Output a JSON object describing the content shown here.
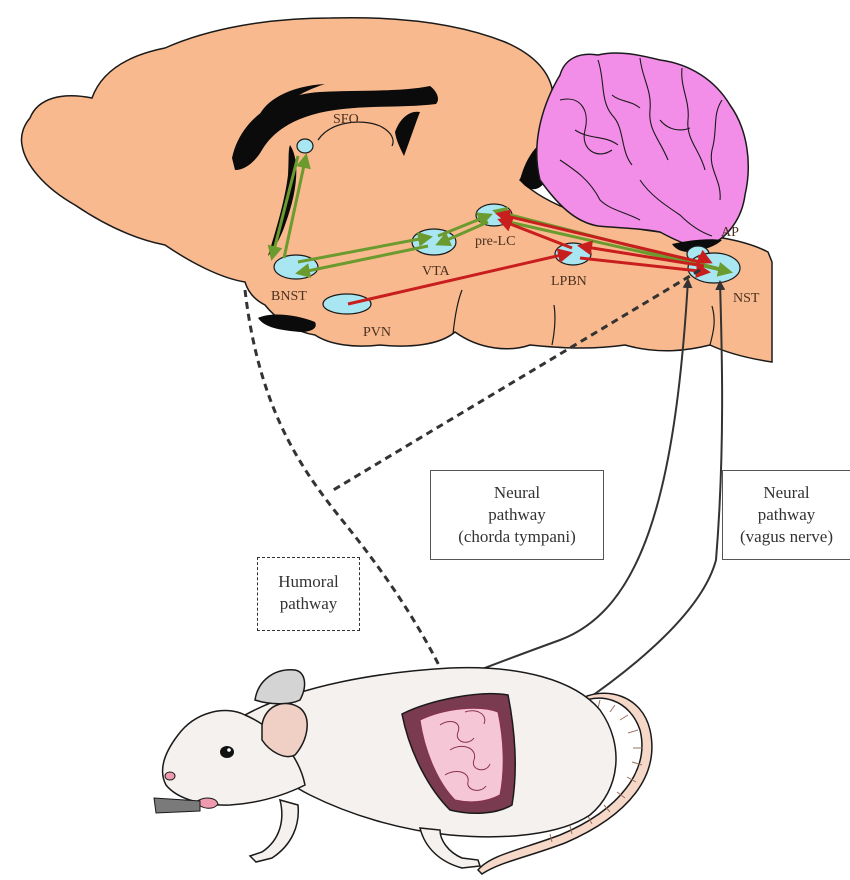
{
  "brain_regions": {
    "sfo": "SFO",
    "bnst": "BNST",
    "pvn": "PVN",
    "vta": "VTA",
    "pre_lc": "pre-LC",
    "lpbn": "LPBN",
    "ap": "AP",
    "nst": "NST"
  },
  "pathways": {
    "humoral": [
      "Humoral",
      "pathway"
    ],
    "neural_chorda": [
      "Neural",
      "pathway",
      "(chorda tympani)"
    ],
    "neural_vagus": [
      "Neural",
      "pathway",
      "(vagus nerve)"
    ]
  },
  "colors": {
    "brain": "#f9b98e",
    "cerebellum": "#f28ee8",
    "nucleus": "#a8e6f2",
    "green_pathway": "#6b9a2e",
    "red_pathway": "#c81e1e",
    "line": "#333333"
  }
}
